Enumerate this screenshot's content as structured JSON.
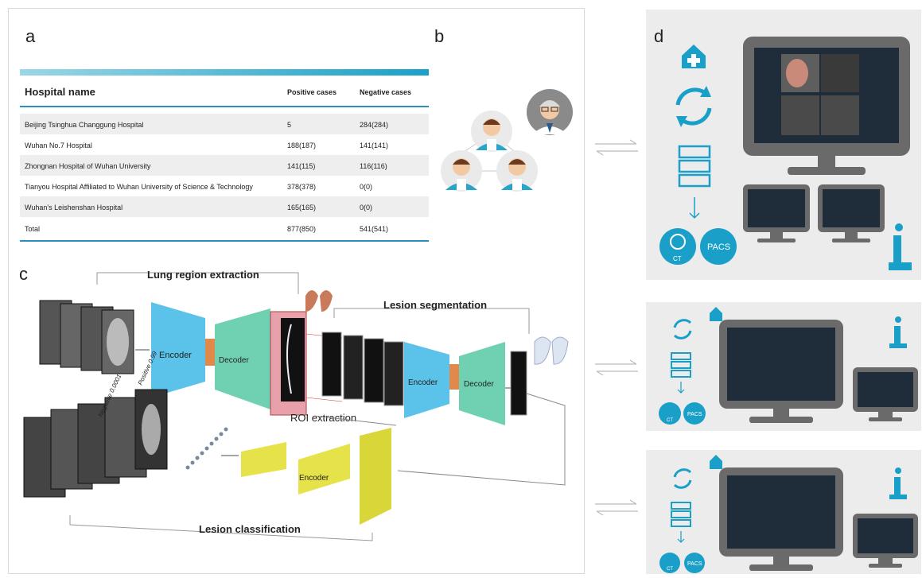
{
  "panels": {
    "a": "a",
    "b": "b",
    "c": "c",
    "d": "d"
  },
  "table": {
    "headers": [
      "Hospital name",
      "Positive cases",
      "Negative cases"
    ],
    "rows": [
      {
        "name": "Beijing Tsinghua Changgung Hospital",
        "positive": "5",
        "negative": "284(284)"
      },
      {
        "name": "Wuhan No.7 Hospital",
        "positive": "188(187)",
        "negative": "141(141)"
      },
      {
        "name": "Zhongnan Hospital of Wuhan University",
        "positive": "141(115)",
        "negative": "116(116)"
      },
      {
        "name": "Tianyou Hospital Affiliated to Wuhan University of Science & Technology",
        "positive": "378(378)",
        "negative": "0(0)"
      },
      {
        "name": "Wuhan's Leishenshan Hospital",
        "positive": "165(165)",
        "negative": "0(0)"
      },
      {
        "name": "Total",
        "positive": "877(850)",
        "negative": "541(541)"
      }
    ]
  },
  "pipeline": {
    "lung_region": "Lung region extraction",
    "lesion_seg": "Lesion segmentation",
    "encoder": "Encoder",
    "decoder": "Decoder",
    "roi": "ROI extraction",
    "lesion_cls": "Lesion classification",
    "negative_score": "Negative 0.0001",
    "positive_score": "Positive 0.99"
  },
  "deployment": {
    "ct": "CT",
    "pacs": "PACS"
  },
  "colors": {
    "accent": "#1aa0c8",
    "encoder": "#5bc2ea",
    "decoder": "#6fd1b2",
    "classifier": "#e6e34a",
    "monitor": "#6a6a6a",
    "roi": "#e8a0aa"
  }
}
